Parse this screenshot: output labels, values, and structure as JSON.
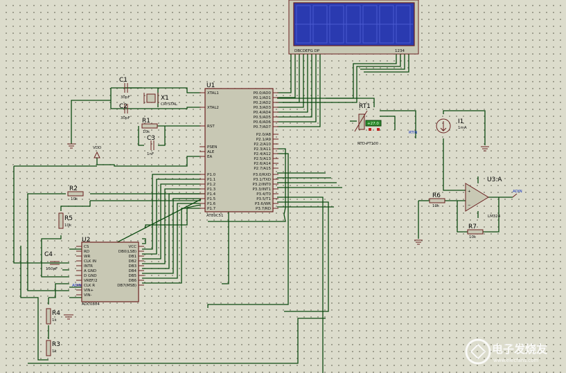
{
  "lcd": {
    "pin_labels": "DBCDEFG   DP",
    "digits_label": "1234"
  },
  "u1": {
    "ref": "U1",
    "part": "AT89C51",
    "left_pins": [
      "XTAL1",
      "XTAL2",
      "RST",
      "PSEN",
      "ALE",
      "EA",
      "P1.0",
      "P1.1",
      "P1.2",
      "P1.3",
      "P1.4",
      "P1.5",
      "P1.6",
      "P1.7"
    ],
    "right_pins": [
      "P0.0/AD0",
      "P0.1/AD1",
      "P0.2/AD2",
      "P0.3/AD3",
      "P0.4/AD4",
      "P0.5/AD5",
      "P0.6/AD6",
      "P0.7/AD7",
      "P2.0/A8",
      "P2.1/A9",
      "P2.2/A10",
      "P2.3/A11",
      "P2.4/A12",
      "P2.5/A13",
      "P2.6/A14",
      "P2.7/A15",
      "P3.0/RXD",
      "P3.1/TXD",
      "P3.2/INT0",
      "P3.3/INT1",
      "P3.4/T0",
      "P3.5/T1",
      "P3.6/WR",
      "P3.7/RD"
    ]
  },
  "u2": {
    "ref": "U2",
    "part": "ADC0804",
    "left_pins": [
      "CS",
      "RD",
      "WR",
      "CLK IN",
      "INTR",
      "A GND",
      "D GND",
      "VREF/2",
      "CLK R",
      "VIN+",
      "VIN-"
    ],
    "right_pins": [
      "VCC",
      "DB0(LSB)",
      "DB1",
      "DB2",
      "DB3",
      "DB4",
      "DB5",
      "DB6",
      "DB7(MSB)"
    ],
    "adin_label": "ADIN"
  },
  "components": {
    "c1": {
      "ref": "C1",
      "value": "30pF"
    },
    "c2": {
      "ref": "C2",
      "value": "30pF"
    },
    "x1": {
      "ref": "X1",
      "value": "CRYSTAL"
    },
    "r1": {
      "ref": "R1",
      "value": "10k"
    },
    "c3": {
      "ref": "C3",
      "value": "1nF"
    },
    "vdd": {
      "label": "VDD"
    },
    "r2": {
      "ref": "R2",
      "value": "10k"
    },
    "r5": {
      "ref": "R5",
      "value": "10k"
    },
    "c4": {
      "ref": "C4",
      "value": "150pF"
    },
    "r4": {
      "ref": "R4",
      "value": "1k"
    },
    "r3": {
      "ref": "R3",
      "value": "1k"
    },
    "rt1": {
      "ref": "RT1",
      "value": "RTD-PT100",
      "display": "+27.0"
    },
    "i1": {
      "ref": "I1",
      "value": "1mA"
    },
    "u3": {
      "ref": "U3:A",
      "part": "LM324"
    },
    "r6": {
      "ref": "R6",
      "value": "10k"
    },
    "r7": {
      "ref": "R7",
      "value": "10k"
    },
    "rtin_label": "RTIN",
    "adin_label": "ADIN"
  },
  "watermark": {
    "text": "电子发烧友",
    "url": "www.elecfans.com"
  }
}
